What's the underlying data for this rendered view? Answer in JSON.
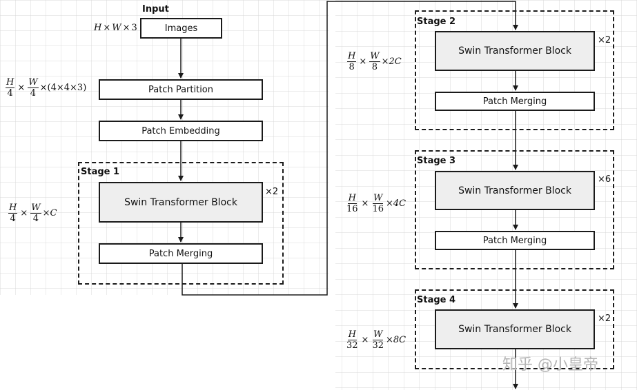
{
  "input_label": "Input",
  "blocks": {
    "images": "Images",
    "patch_partition": "Patch Partition",
    "patch_embedding": "Patch Embedding",
    "swin_block": "Swin Transformer Block",
    "patch_merging": "Patch Merging"
  },
  "stages": [
    {
      "label": "Stage 1",
      "repeat": "×2"
    },
    {
      "label": "Stage 2",
      "repeat": "×2"
    },
    {
      "label": "Stage 3",
      "repeat": "×6"
    },
    {
      "label": "Stage 4",
      "repeat": "×2"
    }
  ],
  "dims": {
    "input": {
      "h": "H",
      "x1": "×",
      "w": "W",
      "x2": "×",
      "c": "3"
    },
    "partition": {
      "num1": "H",
      "den1": "4",
      "x1": "×",
      "num2": "W",
      "den2": "4",
      "tail": "×(4×4×3)"
    },
    "stage1": {
      "num1": "H",
      "den1": "4",
      "x1": "×",
      "num2": "W",
      "den2": "4",
      "tail": "×C"
    },
    "stage2": {
      "num1": "H",
      "den1": "8",
      "x1": "×",
      "num2": "W",
      "den2": "8",
      "tail": "×2C"
    },
    "stage3": {
      "num1": "H",
      "den1": "16",
      "x1": "×",
      "num2": "W",
      "den2": "16",
      "tail": "×4C"
    },
    "stage4": {
      "num1": "H",
      "den1": "32",
      "x1": "×",
      "num2": "W",
      "den2": "32",
      "tail": "×8C"
    }
  },
  "watermark": "知乎 @小皇帝"
}
